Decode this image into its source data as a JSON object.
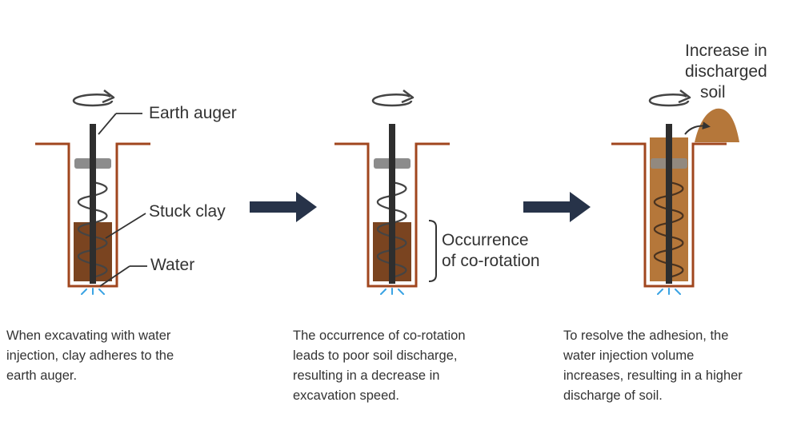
{
  "colors": {
    "casing": "#a0461e",
    "auger": "#2e2e2e",
    "clay": "#7a4420",
    "soil": "#b5773a",
    "collar": "#8c8c8c",
    "water": "#3aa3e3",
    "arrow": "#273349",
    "text": "#333333"
  },
  "labels": {
    "earth_auger": "Earth auger",
    "stuck_clay": "Stuck clay",
    "water": "Water",
    "co_rotation_line1": "Occurrence",
    "co_rotation_line2": "of co-rotation",
    "increase_line1": "Increase in",
    "increase_line2": "discharged",
    "increase_line3": "soil"
  },
  "captions": {
    "step1": [
      "When excavating with water",
      "injection, clay adheres to the",
      "earth auger."
    ],
    "step2": [
      "The occurrence of co-rotation",
      "leads to poor soil discharge,",
      "resulting in a decrease in",
      "excavation speed."
    ],
    "step3": [
      "To resolve the adhesion, the",
      "water injection volume",
      "increases, resulting in a higher",
      "discharge of soil."
    ]
  },
  "icons": {
    "rotation": "rotation-arrow-icon",
    "flow": "right-arrow-icon",
    "discharge": "curved-arrow-icon"
  }
}
